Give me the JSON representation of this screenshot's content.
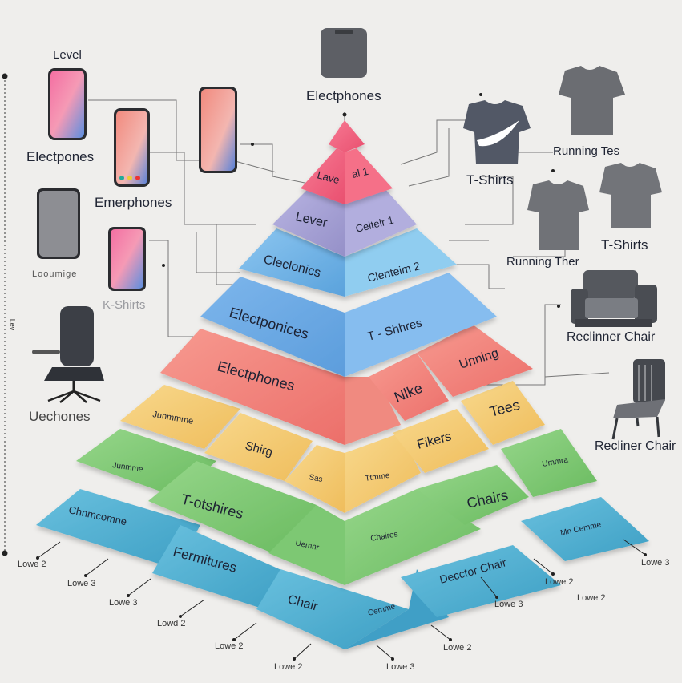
{
  "colors": {
    "background": "#efeeec",
    "tier_pink": "#f2627f",
    "tier_lavender": "#a7a3d6",
    "tier_blue": "#6fb4e8",
    "tier_salmon": "#f0827a",
    "tier_yellow": "#f2c86c",
    "tier_green": "#7cc873",
    "tier_teal": "#4aaed0",
    "icon_gray": "#6b6d72",
    "text": "#1f2433"
  },
  "top_item": {
    "label": "Electphones",
    "icon": "speaker-icon"
  },
  "left_items": [
    {
      "heading": "Level",
      "label": "Electpones",
      "icon": "smartphone-icon"
    },
    {
      "label": "Emerphones",
      "icon": "smartphone-icon"
    },
    {
      "label": "",
      "icon": "smartphone-icon"
    },
    {
      "label": "Looumige",
      "icon": "smartphone-icon"
    },
    {
      "label": "K-Shirts",
      "icon": "smartphone-icon"
    },
    {
      "label": "Uechones",
      "icon": "office-chair-icon"
    }
  ],
  "right_items": [
    {
      "label": "T-Shirts",
      "icon": "nike-tshirt-icon"
    },
    {
      "label": "Running Tes",
      "icon": "tshirt-icon"
    },
    {
      "label": "Running Ther",
      "icon": "tshirt-icon"
    },
    {
      "label": "T-Shirts",
      "icon": "tshirt-icon"
    },
    {
      "label": "Reclinner Chair",
      "icon": "armchair-icon"
    },
    {
      "label": "Recliner Chair",
      "icon": "chair-icon"
    }
  ],
  "pyramid": {
    "tiers": [
      {
        "level": 0,
        "color": "#f2627f",
        "blocks": [
          "Lave",
          "al 1"
        ]
      },
      {
        "level": 1,
        "color": "#a7a3d6",
        "blocks": [
          "Lever",
          "Celtelr 1"
        ]
      },
      {
        "level": 2,
        "color": "#6fb4e8",
        "blocks": [
          "Cleclonics",
          "Clenteim 2"
        ]
      },
      {
        "level": 3,
        "color": "#6fb4e8",
        "blocks": [
          "Electponices",
          "T - Shhres"
        ]
      },
      {
        "level": 4,
        "color": "#f0827a",
        "blocks": [
          "Electphones",
          "Nlke",
          "Unning"
        ]
      },
      {
        "level": 5,
        "color": "#f2c86c",
        "blocks": [
          "Junmmme",
          "Shirg",
          "Sas",
          "Ttmme",
          "Fikers",
          "Tees"
        ]
      },
      {
        "level": 6,
        "color": "#7cc873",
        "blocks": [
          "Junmme",
          "T-otshires",
          "Uemnr",
          "Chaires",
          "Chairs",
          "Ummra"
        ]
      },
      {
        "level": 7,
        "color": "#4aaed0",
        "blocks": [
          "Chnmcomne",
          "Fermitures",
          "Chair",
          "Cemme",
          "Decctor Chair",
          "Mn Cemme"
        ]
      }
    ]
  },
  "level_labels": [
    "Lowe 2",
    "Lowe 3",
    "Lowe 3",
    "Lowd 2",
    "Lowe 2",
    "Lowe 2",
    "Lowe 3",
    "Lowe 2",
    "Lowe 3",
    "Lowe 2",
    "Lowe 2",
    "Lowe 3"
  ],
  "axis": {
    "label": "Lev"
  }
}
